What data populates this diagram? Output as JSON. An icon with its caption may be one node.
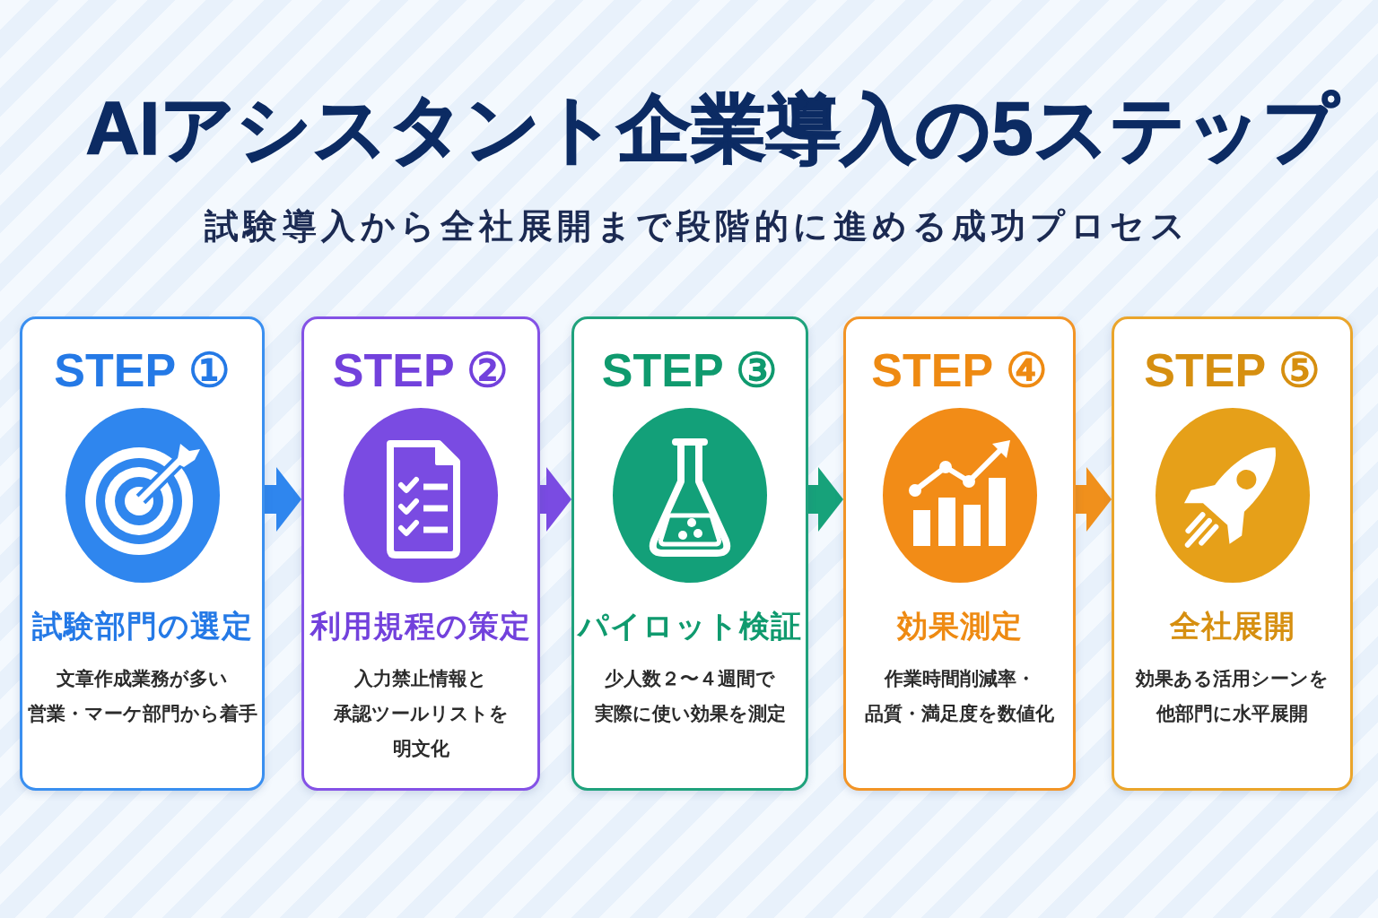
{
  "diagram": {
    "title": "AIアシスタント企業導入の5ステップ",
    "nodes": [
      {
        "text": [
          "STEP ①",
          "試験部門の選定",
          "文章作成業務が多い営業・マーケ部門から着手"
        ]
      },
      {
        "text": [
          "STEP ②",
          "利用規程の策定",
          "入力禁止情報と承認ツールリストを明文化"
        ]
      },
      {
        "text": [
          "STEP ③",
          "パイロット検証",
          "少人数２〜４週間で実際に使い効果を測定"
        ]
      },
      {
        "text": [
          "STEP ④",
          "効果測定",
          "作業時間削減率・品質・満足度を数値化"
        ]
      },
      {
        "text": [
          "STEP ⑤",
          "全社展開",
          "効果ある活用シーンを他部門に水平展開"
        ]
      }
    ],
    "edges": [
      {
        "from": 0,
        "to": 1,
        "arrow": "to",
        "color": "#2f86ee"
      },
      {
        "from": 1,
        "to": 2,
        "arrow": "to",
        "color": "#7a4be2"
      },
      {
        "from": 2,
        "to": 3,
        "arrow": "to",
        "color": "#17a27a"
      },
      {
        "from": 3,
        "to": 4,
        "arrow": "to",
        "color": "#f0901c"
      }
    ],
    "labels": [
      "試験導入から全社展開まで段階的に進める成功プロセス"
    ]
  }
}
